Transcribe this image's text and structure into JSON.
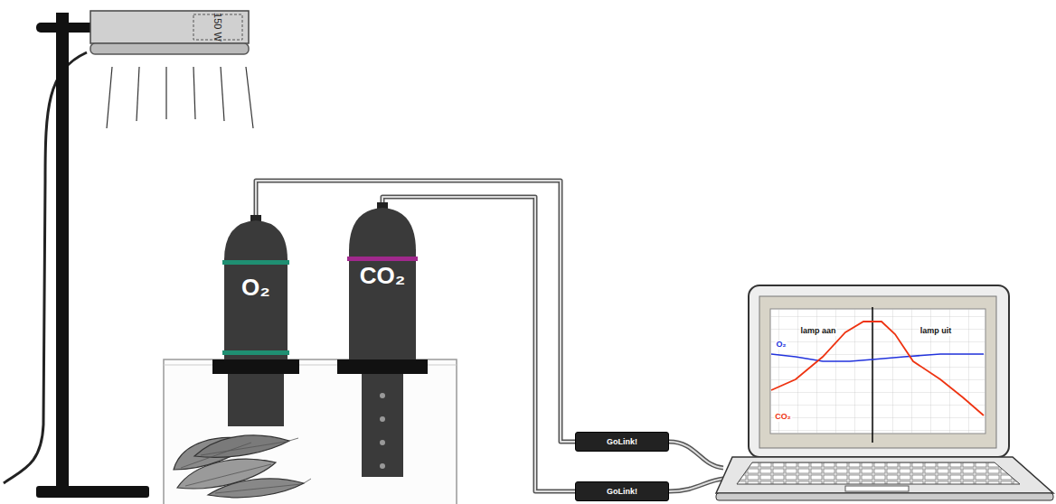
{
  "diagram": {
    "nodes": [
      {
        "text": [
          "O₂"
        ]
      },
      {
        "text": [
          "CO₂"
        ]
      },
      {
        "text": [
          "GoLink!"
        ]
      },
      {
        "text": [
          "GoLink!"
        ]
      }
    ],
    "edges": [
      {
        "from": 0,
        "to": 2,
        "arrow": "none"
      },
      {
        "from": 1,
        "to": 3,
        "arrow": "none"
      }
    ],
    "labels": [
      "150 W",
      "lamp aan",
      "lamp uit",
      "O₂",
      "CO₂"
    ]
  }
}
